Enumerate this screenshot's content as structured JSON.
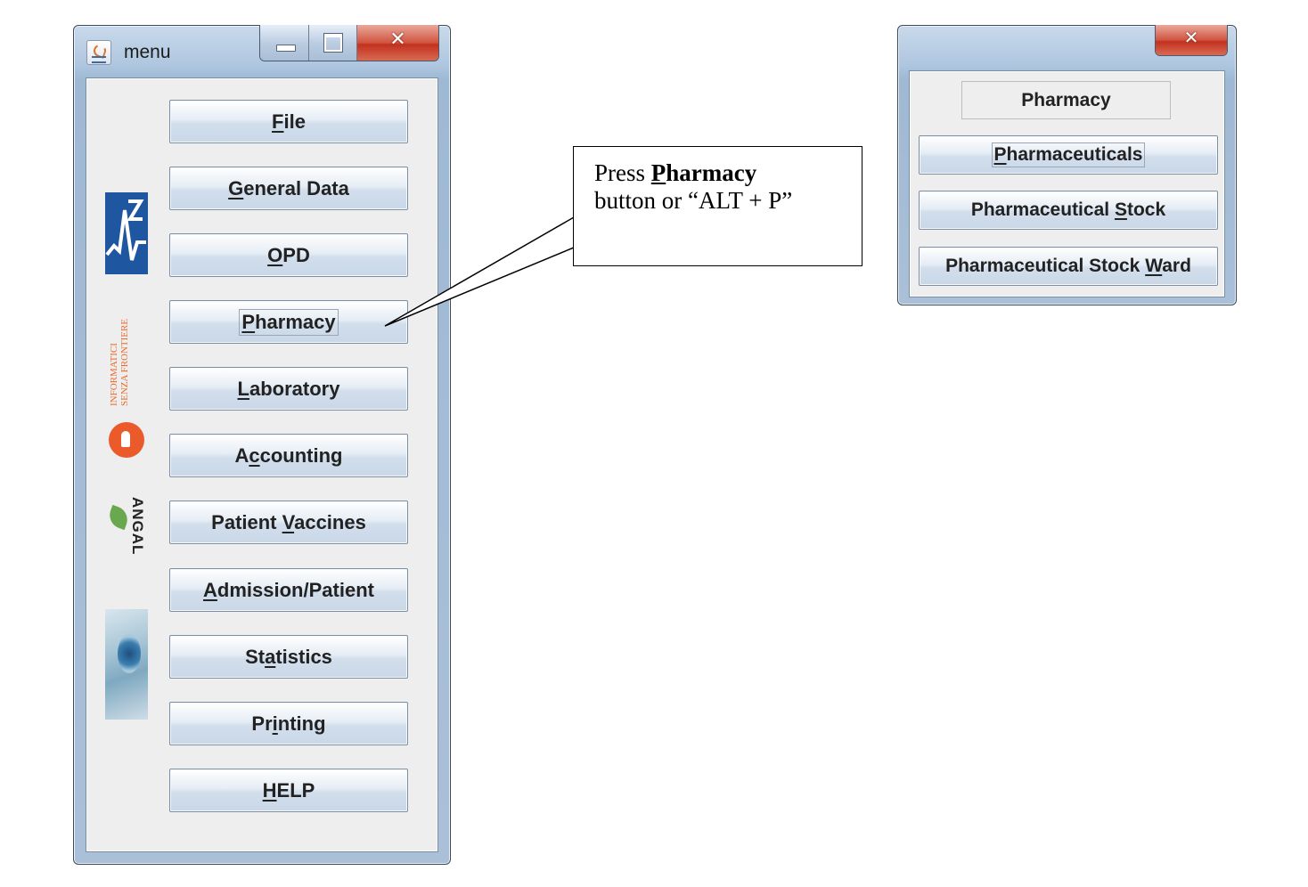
{
  "menu_window": {
    "title": "menu",
    "buttons": [
      {
        "pre": "",
        "mn": "F",
        "post": "ile"
      },
      {
        "pre": "",
        "mn": "G",
        "post": "eneral Data"
      },
      {
        "pre": "",
        "mn": "O",
        "post": "PD"
      },
      {
        "pre": "",
        "mn": "P",
        "post": "harmacy"
      },
      {
        "pre": "",
        "mn": "L",
        "post": "aboratory"
      },
      {
        "pre": "A",
        "mn": "c",
        "post": "counting"
      },
      {
        "pre": "Patient ",
        "mn": "V",
        "post": "accines"
      },
      {
        "pre": "",
        "mn": "A",
        "post": "dmission/Patient"
      },
      {
        "pre": "St",
        "mn": "a",
        "post": "tistics"
      },
      {
        "pre": "Pr",
        "mn": "i",
        "post": "nting"
      },
      {
        "pre": "",
        "mn": "H",
        "post": "ELP"
      }
    ],
    "logos": {
      "informatici_text": "INFORMATICI SENZA FRONTIERE",
      "angal_text": "ANGAL"
    }
  },
  "callout": {
    "press": "Press ",
    "button_mnemonic": "P",
    "button_rest": "harmacy",
    "line2": "button or “ALT + P”"
  },
  "pharmacy_window": {
    "header_label": "Pharmacy",
    "buttons": [
      {
        "pre": "",
        "mn": "P",
        "post": "harmaceuticals"
      },
      {
        "pre": "Pharmaceutical ",
        "mn": "S",
        "post": "tock"
      },
      {
        "pre": "Pharmaceutical Stock ",
        "mn": "W",
        "post": "ard"
      }
    ]
  },
  "colors": {
    "window_frame": "#aec6df",
    "close_button": "#c2321f",
    "client_bg": "#eeeeee",
    "logo_blue": "#1e56a0",
    "logo_orange": "#ea5a2a"
  }
}
